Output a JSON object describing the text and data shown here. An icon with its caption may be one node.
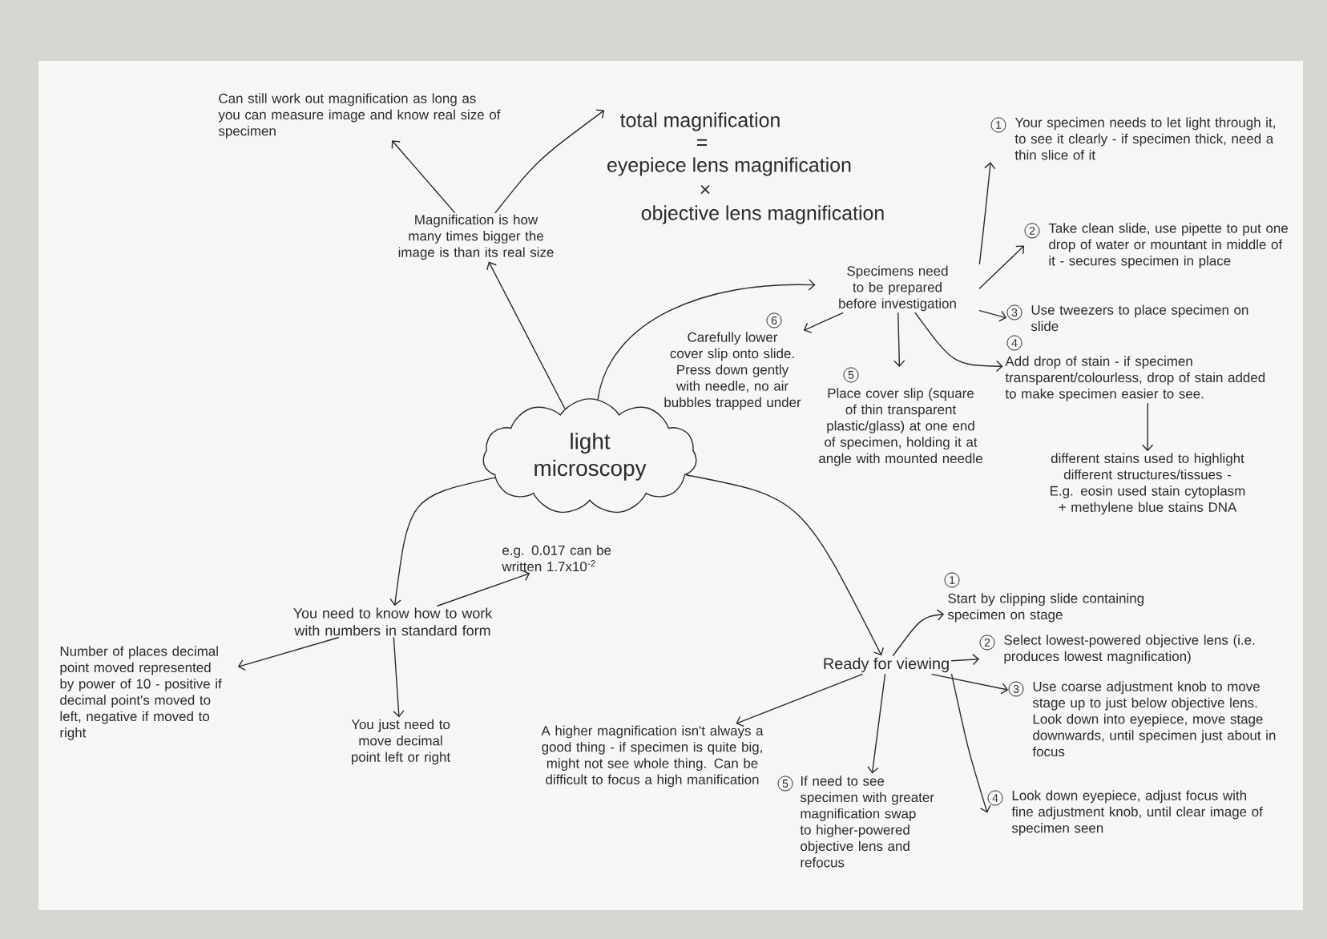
{
  "diagram": {
    "nodes": [
      {
        "text": [
          "light microscopy"
        ]
      },
      {
        "text": [
          "Magnification is how many times bigger the image is than its real size"
        ]
      },
      {
        "text": [
          "Can still work out magnification as long as you can measure image and know real size of specimen"
        ]
      },
      {
        "text": [
          "total magnification",
          "=",
          "eyepiece lens magnification",
          "×",
          "objective lens magnification"
        ]
      },
      {
        "text": [
          "Specimens need to be prepared before investigation"
        ]
      },
      {
        "text": [
          "1",
          "Your specimen needs to let light through it, to see it clearly - if specimen thick, need a thin slice of it"
        ]
      },
      {
        "text": [
          "2",
          "Take clean slide, use pipette to put one drop of water or mountant in middle of it - secures specimen in place"
        ]
      },
      {
        "text": [
          "3",
          "Use tweezers to place specimen on slide"
        ]
      },
      {
        "text": [
          "4",
          "Add drop of stain - if specimen transparent/colourless, drop of stain added to make specimen easier to see."
        ]
      },
      {
        "text": [
          "different stains used to highlight different structures/tissues - E.g. eosin used stain cytoplasm + methylene blue stains DNA"
        ]
      },
      {
        "text": [
          "5",
          "Place cover slip (square of thin transparent plastic/glass) at one end of specimen, holding it at angle with mounted needle"
        ]
      },
      {
        "text": [
          "6",
          "Carefully lower cover slip onto slide. Press down gently with needle, no air bubbles trapped under"
        ]
      },
      {
        "text": [
          "You need to know how to work with numbers in standard form"
        ]
      },
      {
        "text": [
          "e.g. 0.017 can be written 1.7x10$^{-2}$"
        ]
      },
      {
        "text": [
          "Number of places decimal point moved represented by power of 10 - positive if decimal point's moved to left, negative if moved to right"
        ]
      },
      {
        "text": [
          "You just need to move decimal point left or right"
        ]
      },
      {
        "text": [
          "Ready for viewing"
        ]
      },
      {
        "text": [
          "A higher magnification isn't always a good thing - if specimen is quite big, might not see whole thing. Can be difficult to focus a high manification"
        ]
      },
      {
        "text": [
          "5",
          "If need to see specimen with greater magnification swap to higher-powered objective lens and refocus"
        ]
      },
      {
        "text": [
          "1",
          "Start by clipping slide containing specimen on stage"
        ]
      },
      {
        "text": [
          "2",
          "Select lowest-powered objective lens (i.e. produces lowest magnification)"
        ]
      },
      {
        "text": [
          "3",
          "Use coarse adjustment knob to move stage up to just below objective lens. Look down into eyepiece, move stage downwards, until specimen just about in focus"
        ]
      },
      {
        "text": [
          "4",
          "Look down eyepiece, adjust focus with fine adjustment knob, until clear image of specimen seen"
        ]
      }
    ],
    "edges": [
      {
        "from": 0,
        "to": 1,
        "arrow": "to"
      },
      {
        "from": 1,
        "to": 2,
        "arrow": "to"
      },
      {
        "from": 1,
        "to": 3,
        "arrow": "to"
      },
      {
        "from": 0,
        "to": 4,
        "arrow": "to"
      },
      {
        "from": 4,
        "to": 5,
        "arrow": "to"
      },
      {
        "from": 4,
        "to": 6,
        "arrow": "to"
      },
      {
        "from": 4,
        "to": 7,
        "arrow": "to"
      },
      {
        "from": 4,
        "to": 8,
        "arrow": "to"
      },
      {
        "from": 8,
        "to": 9,
        "arrow": "to"
      },
      {
        "from": 4,
        "to": 10,
        "arrow": "to"
      },
      {
        "from": 4,
        "to": 11,
        "arrow": "to"
      },
      {
        "from": 0,
        "to": 12,
        "arrow": "to"
      },
      {
        "from": 12,
        "to": 13,
        "arrow": "to"
      },
      {
        "from": 12,
        "to": 14,
        "arrow": "to"
      },
      {
        "from": 12,
        "to": 15,
        "arrow": "to"
      },
      {
        "from": 0,
        "to": 16,
        "arrow": "to"
      },
      {
        "from": 16,
        "to": 17,
        "arrow": "to"
      },
      {
        "from": 16,
        "to": 18,
        "arrow": "to"
      },
      {
        "from": 16,
        "to": 19,
        "arrow": "to"
      },
      {
        "from": 16,
        "to": 20,
        "arrow": "to"
      },
      {
        "from": 16,
        "to": 21,
        "arrow": "to"
      },
      {
        "from": 16,
        "to": 22,
        "arrow": "to"
      }
    ]
  }
}
